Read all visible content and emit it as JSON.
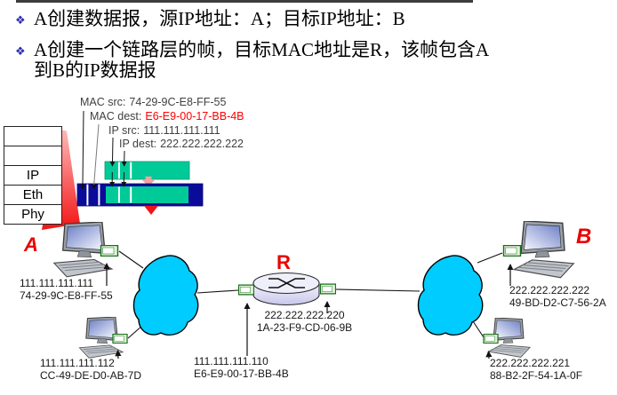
{
  "bullets": {
    "marker": "❖",
    "item1": "A创建数据报，源IP地址：A；目标IP地址：B",
    "item2_line1": "A创建一个链路层的帧，目标MAC地址是R，该帧包含A",
    "item2_line2": "到B的IP数据报"
  },
  "frame_callouts": {
    "mac_src_label": "MAC src:",
    "mac_src_value": "74-29-9C-E8-FF-55",
    "mac_dest_label": "MAC dest:",
    "mac_dest_value": "E6-E9-00-17-BB-4B",
    "ip_src_label": "IP src:",
    "ip_src_value": "111.111.111.111",
    "ip_dest_label": "IP dest:",
    "ip_dest_value": "222.222.222.222"
  },
  "protocol_stack": {
    "rows": [
      "",
      "",
      "IP",
      "Eth",
      "Phy"
    ]
  },
  "hosts": {
    "a": {
      "label": "A",
      "ip": "111.111.111.111",
      "mac": "74-29-9C-E8-FF-55"
    },
    "a2": {
      "ip": "111.111.111.112",
      "mac": "CC-49-DE-D0-AB-7D"
    },
    "b": {
      "label": "B",
      "ip": "222.222.222.222",
      "mac": "49-BD-D2-C7-56-2A"
    },
    "b2": {
      "ip": "222.222.222.221",
      "mac": "88-B2-2F-54-1A-0F"
    }
  },
  "router": {
    "label": "R",
    "left_if": {
      "ip": "111.111.111.110",
      "mac": "E6-E9-00-17-BB-4B"
    },
    "right_if": {
      "ip": "222.222.222.220",
      "mac": "1A-23-F9-CD-06-9B"
    }
  },
  "colors": {
    "accent_red": "#ff0000",
    "frame_blue": "#0b0b99",
    "datagram_green": "#00cb98",
    "cloud_cyan": "#00ccff",
    "nic_green": "#1a6e1a",
    "bullet_blue": "#2d2dae"
  }
}
